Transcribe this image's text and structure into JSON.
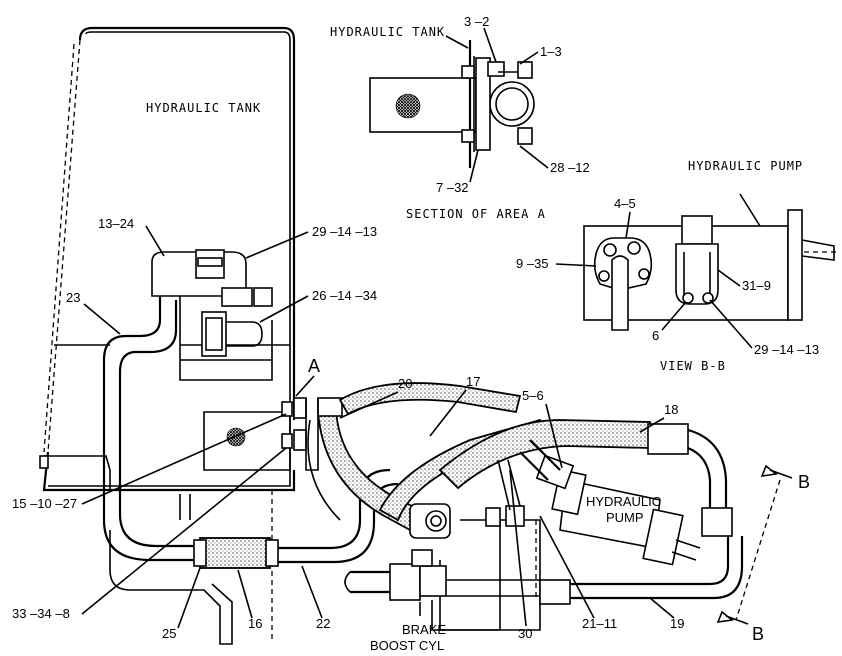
{
  "labels": {
    "tank_main": "HYDRAULIC TANK",
    "tank_section": "HYDRAULIC TANK",
    "section_title": "SECTION OF AREA A",
    "pump_view": "HYDRAULIC PUMP",
    "view_title": "VIEW B-B",
    "pump_main_1": "HYDRAULIC",
    "pump_main_2": "PUMP",
    "brake_1": "BRAKE",
    "brake_2": "BOOST CYL",
    "area_a": "A",
    "b_top": "B",
    "b_bottom": "B"
  },
  "callouts": {
    "c3_2": "3 –2",
    "c1_3": "1–3",
    "c7_32": "7 –32",
    "c28_12": "28 –12",
    "c13_24": "13–24",
    "c29_14_13a": "29 –14 –13",
    "c26_14_34": "26 –14 –34",
    "c23": "23",
    "c4_5": "4–5",
    "c9_35": "9 –35",
    "c31_9": "31–9",
    "c6": "6",
    "c29_14_13b": "29 –14 –13",
    "c20": "20",
    "c17": "17",
    "c5_6": "5–6",
    "c18": "18",
    "c15_10_27": "15 –10 –27",
    "c33_34_8": "33 –34 –8",
    "c25": "25",
    "c16": "16",
    "c22": "22",
    "c30": "30",
    "c21_11": "21–11",
    "c19": "19"
  }
}
